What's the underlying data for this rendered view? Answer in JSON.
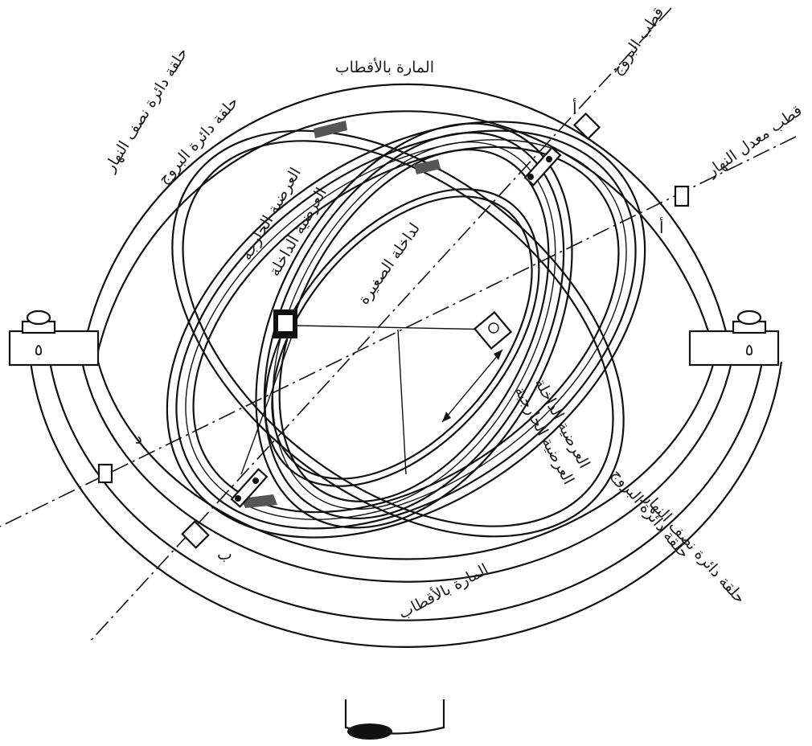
{
  "labels": {
    "ecliptic_pole": "قطب البروج",
    "equator_pole": "قطب معدل النهار",
    "meridian_ring_top": "حلقة دائرة نصف النهار",
    "ecliptic_ring_top": "حلقة دائرة البروج",
    "through_poles_top": "المارة بالأقطاب",
    "outer_latitude_1": "العرضية الخارجة",
    "inner_latitude_1": "العرضية الداخلة",
    "small_inner": "لداخلة الصغيرة",
    "inner_latitude_2": "العرضية الداخلة",
    "outer_latitude_2": "العرضية الخارجية",
    "ecliptic_ring_bottom": "حلقة دائرة البروج",
    "meridian_ring_bottom": "حلقة دائرة نصف النهار",
    "through_poles_bottom": "المارة بالأقطاب",
    "letter_alif": "أ",
    "letter_alif_2": "أ",
    "letter_ba": "ب",
    "letter_dal": "د",
    "mount_left": "٥",
    "mount_right": "٥"
  }
}
